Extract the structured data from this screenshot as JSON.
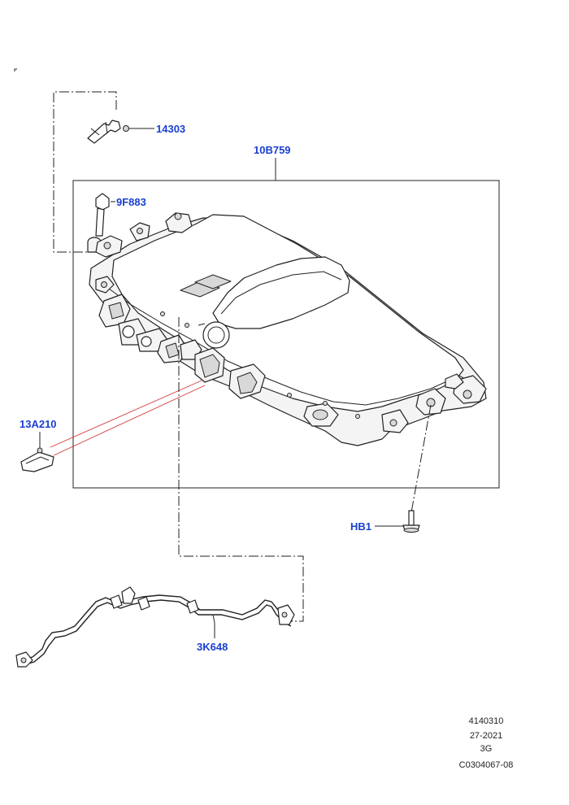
{
  "callouts": {
    "part_14303": "14303",
    "part_10B759": "10B759",
    "part_9F883": "9F883",
    "part_13A210": "13A210",
    "part_HB1": "HB1",
    "part_3K648": "3K648"
  },
  "footer": {
    "line1": "4140310",
    "line2": "27-2021",
    "line3": "3G",
    "line4": "C0304067-08"
  },
  "colors": {
    "callout": "#1a3fcf",
    "leader_red": "#d23a3a",
    "line": "#222222"
  }
}
